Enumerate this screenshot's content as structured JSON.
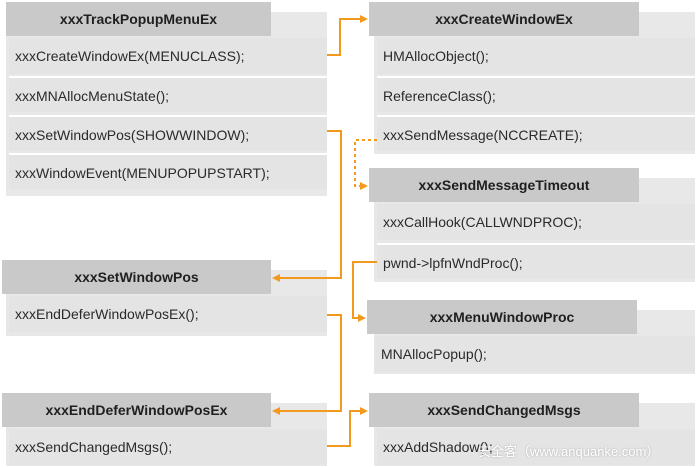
{
  "colors": {
    "header_bg": "#c9c9c9",
    "body_bg": "#e4e4e4",
    "arrow": "#f39a1e"
  },
  "boxes": {
    "track_popup": {
      "title": "xxxTrackPopupMenuEx",
      "rows": [
        "xxxCreateWindowEx(MENUCLASS);",
        "xxxMNAllocMenuState();",
        "xxxSetWindowPos(SHOWWINDOW);",
        "xxxWindowEvent(MENUPOPUPSTART);"
      ]
    },
    "create_window": {
      "title": "xxxCreateWindowEx",
      "rows": [
        "HMAllocObject();",
        "ReferenceClass();",
        "xxxSendMessage(NCCREATE);"
      ]
    },
    "send_msg_timeout": {
      "title": "xxxSendMessageTimeout",
      "rows": [
        "xxxCallHook(CALLWNDPROC);",
        "pwnd->lpfnWndProc();"
      ]
    },
    "set_window_pos": {
      "title": "xxxSetWindowPos",
      "rows": [
        "xxxEndDeferWindowPosEx();"
      ]
    },
    "menu_window_proc": {
      "title": "xxxMenuWindowProc",
      "rows": [
        "MNAllocPopup();"
      ]
    },
    "end_defer": {
      "title": "xxxEndDeferWindowPosEx",
      "rows": [
        "xxxSendChangedMsgs();"
      ]
    },
    "send_changed": {
      "title": "xxxSendChangedMsgs",
      "rows": [
        "xxxAddShadow();"
      ]
    }
  },
  "watermark": "安全客（www.anquanke.com）"
}
